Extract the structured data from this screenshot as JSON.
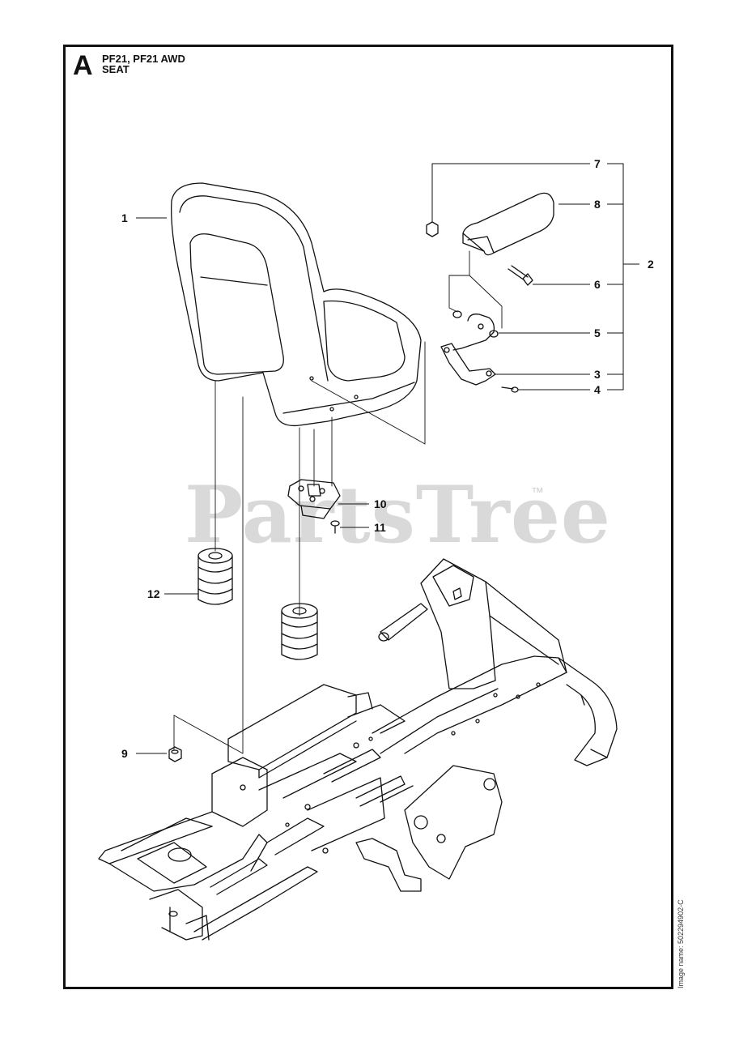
{
  "header": {
    "section": "A",
    "model": "PF21, PF21 AWD",
    "group": "SEAT"
  },
  "callouts": [
    "1",
    "2",
    "3",
    "4",
    "5",
    "6",
    "7",
    "8",
    "9",
    "10",
    "11",
    "12"
  ],
  "watermark": {
    "text": "PartsTree",
    "tm": "™"
  },
  "image_name": "Image name: 502294902-C"
}
